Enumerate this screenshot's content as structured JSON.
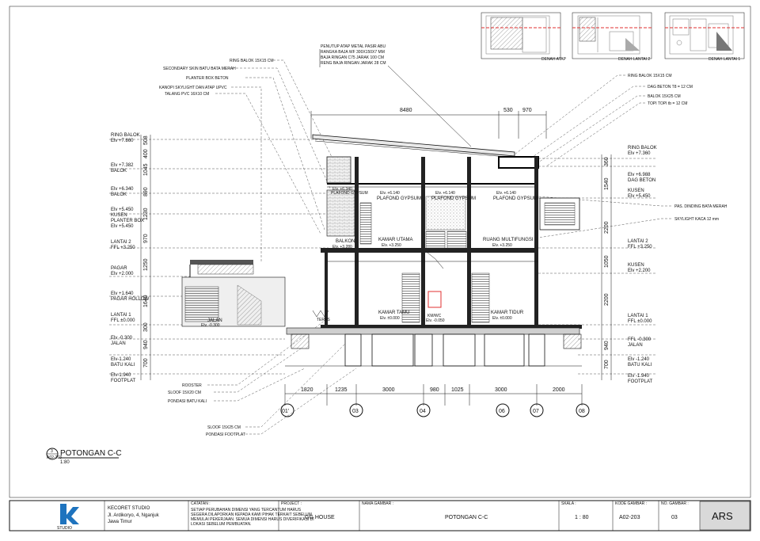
{
  "key_plans": {
    "plan_1": "DENAH ATAP",
    "plan_2": "DENAH LANTAI 2",
    "plan_3": "DENAH LANTAI 1"
  },
  "dimensions_top": {
    "d1": "8480",
    "d2": "530",
    "d3": "970"
  },
  "callouts_top": {
    "c1": "PENUTUP ATAP METAL PASIR ABU",
    "c2": "RANGKA BAJA WF 300X150X7 MM",
    "c3": "BAJA RINGAN C75 JARAK 100 CM",
    "c4": "RENG BAJA RINGAN JARAK 28 CM"
  },
  "callouts_left": {
    "l1": "RING BALOK 15X15 CM",
    "l2": "SECONDARY SKIN BATU BATA MERAH",
    "l3": "PLANTER BOX BETON",
    "l4": "KANOPI SKYLIGHT DAN ATAP UPVC",
    "l5": "TALANG PVC 16X10 CM"
  },
  "callouts_right": {
    "r1": "RING BALOK 15X15 CM",
    "r2": "DAG BETON T8 = 12 CM",
    "r3": "BALOK 15X25 CM",
    "r4": "TOPI TOPI tb = 12 CM",
    "r5": "PAS. DINDING BATA MERAH",
    "r6": "SKYLIGHT KACA 12 mm"
  },
  "callouts_bottom": {
    "b1": "ROOSTER",
    "b2": "SLOOF 15X20 CM",
    "b3": "PONDASI BATU KALI",
    "b4": "SLOOF 15X25 CM",
    "b5": "PONDASI FOOTPLAT"
  },
  "levels_left": {
    "lv1a": "RING BALOK",
    "lv1b": "Elv +7.860",
    "lv2a": "Elv +7.382",
    "lv2b": "BALOK",
    "lv3a": "Elv +6.340",
    "lv3b": "BALOK",
    "lv4a": "Elv +5.450",
    "lv4b": "KUSEN",
    "lv4c": "PLANTER BOX",
    "lv4d": "Elv +5.450",
    "lv5a": "LANTAI 2",
    "lv5b": "FFL +3.250",
    "lv6a": "PAGAR",
    "lv6b": "Elv +2.000",
    "lv7a": "Elv +1.640",
    "lv7b": "PAGAR HOLLOW",
    "lv8a": "LANTAI 1",
    "lv8b": "FFL ±0.000",
    "lv9a": "Elv -0.300",
    "lv9b": "JALAN",
    "lv10a": "Elv-1.240",
    "lv10b": "BATU KALI",
    "lv11a": "Elv-1.940",
    "lv11b": "FOOTPLAT"
  },
  "levels_right": {
    "rv1a": "RING BALOK",
    "rv1b": "Elv +7.360",
    "rv2a": "Elv +6.988",
    "rv2b": "DAG BETON",
    "rv3a": "KUSEN",
    "rv3b": "Elv +5.450",
    "rv4a": "LANTAI 2",
    "rv4b": "FFL +3.250",
    "rv5a": "KUSEN",
    "rv5b": "Elv +2.200",
    "rv6a": "LANTAI 1",
    "rv6b": "FFL ±0.000",
    "rv7a": "FFL -0.300",
    "rv7b": "JALAN",
    "rv8a": "Elv -1.240",
    "rv8b": "BATU KALI",
    "rv9a": "Elv -1.940",
    "rv9b": "FOOTPLAT"
  },
  "vdims_left": [
    "508",
    "400",
    "1045",
    "890",
    "1230",
    "970",
    "1250",
    "1640",
    "300",
    "940",
    "700"
  ],
  "vdims_right": [
    "360",
    "1540",
    "2200",
    "1050",
    "2200",
    "940",
    "700"
  ],
  "dimensions_bottom": [
    "1820",
    "1235",
    "3000",
    "980",
    "1025",
    "3000",
    "2000"
  ],
  "grid_labels": [
    "01'",
    "03",
    "04",
    "06",
    "07",
    "08"
  ],
  "rooms": {
    "balkon": "BALKON",
    "balkon_elv": "Elv. +3.280",
    "kamar_utama": "KAMAR UTAMA",
    "kamar_utama_elv": "Elv. +3.250",
    "ruang_multi": "RUANG MULTIFUNGSI",
    "ruang_multi_elv": "Elv. +3.250",
    "kamar_tamu": "KAMAR TAMU",
    "kamar_tamu_elv": "Elv. ±0.000",
    "kmwc": "KM/WC",
    "kmwc_elv": "Elv. -0.050",
    "kamar_tidur": "KAMAR TIDUR",
    "kamar_tidur_elv": "Elv. ±0.000",
    "jalan": "JALAN",
    "jalan_elv": "Elv. -0.300",
    "teras": "TERAS",
    "plafond_1": "PLAFOND GYPSUM",
    "plafond_1_elv": "Elv. +6.340",
    "plafond_2": "PLAFOND GYPSUM",
    "plafond_2_elv": "Elv. +6.140",
    "plafond_3": "PLAFOND GYPSUM",
    "plafond_3_elv": "Elv. +6.140",
    "plafond_4": "PLAFOND GYPSUM",
    "plafond_4_elv": "Elv. +6.140"
  },
  "drawing_title": {
    "number": "3",
    "sheet": "A02-203",
    "title": "POTONGAN C-C",
    "scale": "1:80"
  },
  "title_block": {
    "studio": "KECORET STUDIO",
    "address_1": "Jl. Ardikoryo, 4, Nganjuk",
    "address_2": "Jawa Timur",
    "logo_text": "STUDIO",
    "notes_label": "CATATAN :",
    "notes": [
      "SETIAP PERUBAHAN DIMENSI YANG TERCANTUM HARUS",
      "SEGERA DILAPORKAN KEPADA KAMI PIHAK TERKAIT SEBELUM",
      "MEMULAI PEKERJAAN. SEMUA DIMENSI HARUS DIVERIFIKASI DI",
      "LOKASI SEBELUM PEMBUATAN."
    ],
    "project_label": "PROJECT :",
    "project": "GG HOUSE",
    "drawing_label": "NAMA GAMBAR :",
    "drawing": "POTONGAN C-C",
    "scale_label": "SKALA :",
    "scale": "1 : 80",
    "code_label": "KODE GAMBAR :",
    "code": "A02-203",
    "no_label": "NO. GAMBAR :",
    "no": "03",
    "discipline": "ARS"
  }
}
